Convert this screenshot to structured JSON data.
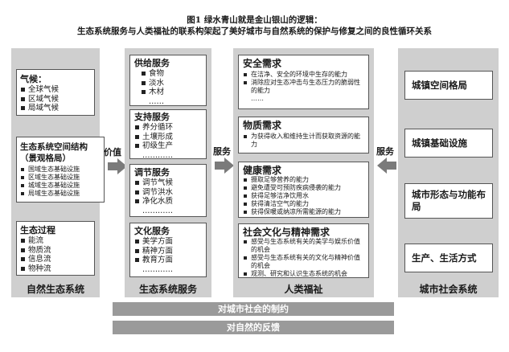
{
  "title_line1": "图1  绿水青山就是金山银山的逻辑：",
  "title_line2": "生态系统服务与人类福祉的联系构架起了美好城市与自然系统的保护与修复之间的良性循环关系",
  "panels": {
    "natural": "自然生态系统",
    "services": "生态系统服务",
    "wellbeing": "人类福祉",
    "urban": "城市社会系统"
  },
  "natural_boxes": {
    "climate": {
      "title": "气候：",
      "items": [
        "全球气候",
        "区域气候",
        "局域气候"
      ]
    },
    "structure": {
      "title": "生态系统空间结构（景观格局）",
      "items": [
        "国域生态基础设施",
        "区域生态基础设施",
        "城域生态基础设施",
        "局域生态基础设施"
      ]
    },
    "process": {
      "title": "生态过程",
      "items": [
        "能流",
        "物质流",
        "信息流",
        "物种流"
      ]
    }
  },
  "service_boxes": {
    "provisioning": {
      "title": "供给服务",
      "items": [
        "食物",
        "淡水",
        "木材",
        "……"
      ]
    },
    "supporting": {
      "title": "支持服务",
      "items": [
        "养分循环",
        "土壤形成",
        "初级生产",
        "…………"
      ]
    },
    "regulating": {
      "title": "调节服务",
      "items": [
        "调节气候",
        "调节洪水",
        "净化水质",
        "…………"
      ]
    },
    "cultural": {
      "title": "文化服务",
      "items": [
        "美学方面",
        "精神方面",
        "教育方面",
        "…………"
      ]
    }
  },
  "wellbeing_boxes": {
    "security": {
      "title": "安全需求",
      "items": [
        "在洁净、安全的环境中生存的能力",
        "消除应对生态冲击与生态压力的脆弱性的能力",
        "……"
      ]
    },
    "material": {
      "title": "物质需求",
      "items": [
        "为获得收入和维持生计而获取资源的能力"
      ]
    },
    "health": {
      "title": "健康需求",
      "items": [
        "摄取足够营养的能力",
        "避免遭受可预防疾病侵袭的能力",
        "获得足够洁净饮用水",
        "获得清洁空气的能力",
        "获得保暖或纳凉所需能源的能力"
      ]
    },
    "culture": {
      "title": "社会文化与精神需求",
      "items": [
        "感受与生态系统有关的美学与娱乐价值的机会",
        "感受与生态系统有关的文化与精神价值的机会",
        "观测、研究和认识生态系统的机会"
      ]
    }
  },
  "urban_boxes": [
    "城镇空间格局",
    "城镇基础设施",
    "城市形态与功能布局",
    "生产、生活方式"
  ],
  "arrow_labels": {
    "value": "价值",
    "service1": "服务",
    "service2": "服务"
  },
  "bands": {
    "constraint": "对城市社会的制约",
    "feedback": "对自然的反馈"
  },
  "colors": {
    "panel": "#cfcfcf",
    "arrow": "#7a7a7a",
    "band": "#9a9a9a"
  }
}
